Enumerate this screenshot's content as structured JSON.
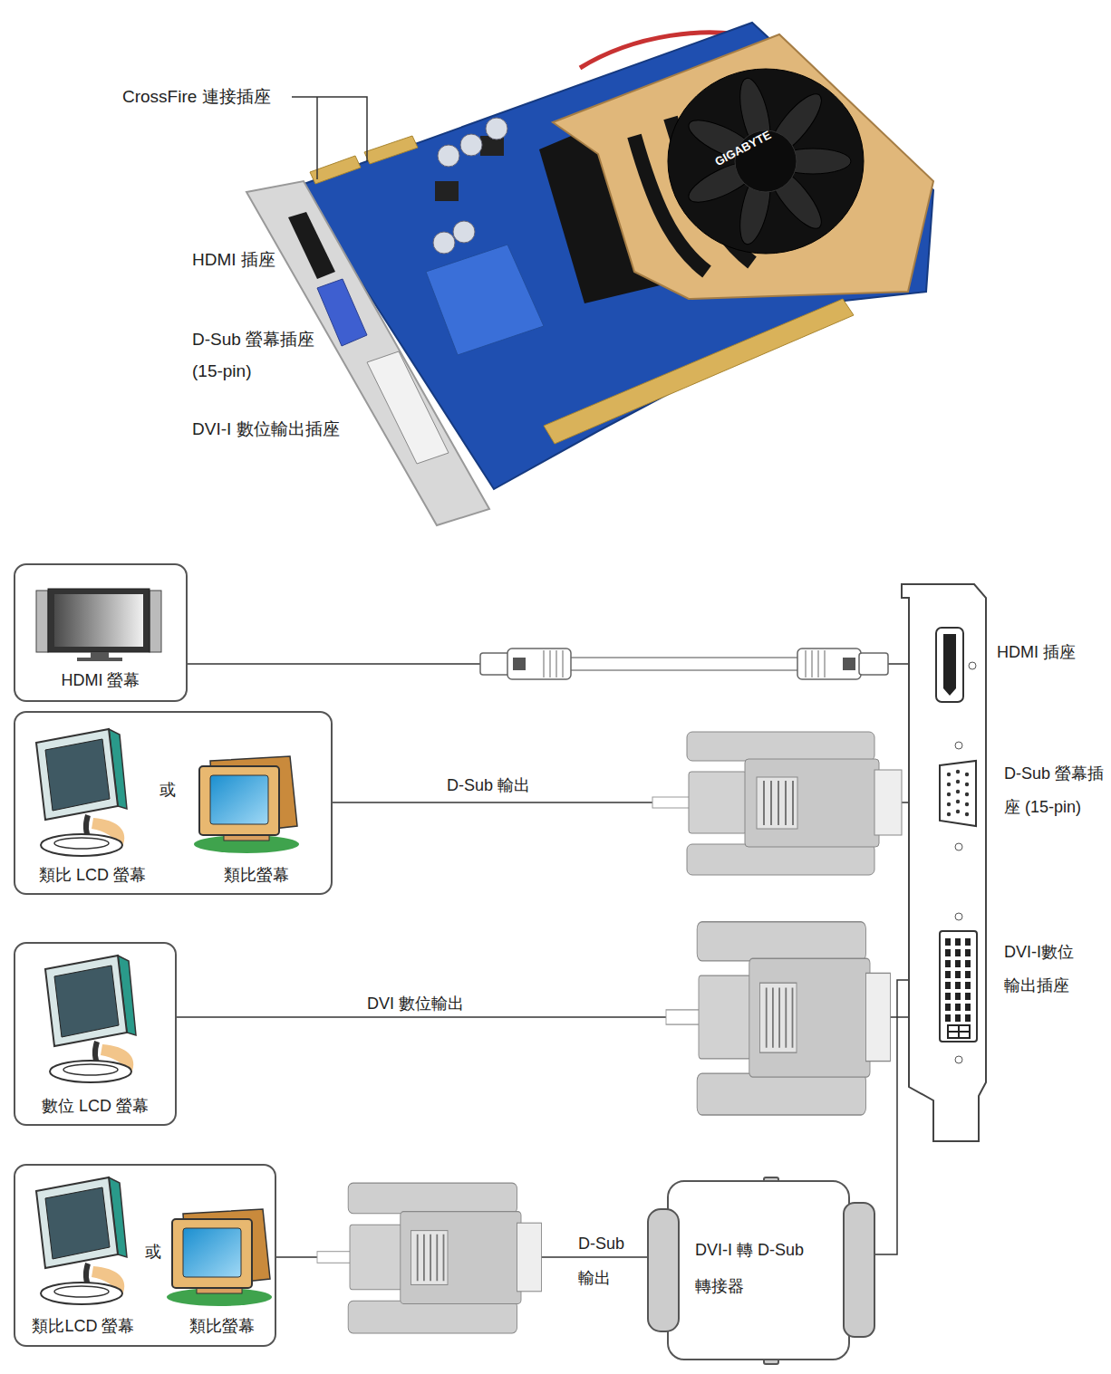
{
  "diagram": {
    "nodes": [
      {
        "text": [
          "HDMI 螢幕"
        ]
      },
      {
        "text": [
          "類比 LCD 螢幕",
          "或",
          "類比螢幕"
        ]
      },
      {
        "text": [
          "數位 LCD 螢幕"
        ]
      },
      {
        "text": [
          "類比LCD 螢幕",
          "或",
          "類比螢幕"
        ]
      },
      {
        "text": [
          "DVI-I 轉 D-Sub 轉接器"
        ]
      },
      {
        "text": [
          "HDMI 插座"
        ]
      },
      {
        "text": [
          "D-Sub 螢幕插座 (15-pin)"
        ]
      },
      {
        "text": [
          "DVI-I數位輸出插座"
        ]
      }
    ],
    "edges": [
      {
        "from": 0,
        "to": 5,
        "arrow": "none"
      },
      {
        "from": 1,
        "to": 6,
        "label": "D-Sub 輸出",
        "arrow": "none"
      },
      {
        "from": 2,
        "to": 7,
        "label": "DVI 數位輸出",
        "arrow": "none"
      },
      {
        "from": 3,
        "to": 4,
        "label": "D-Sub 輸出",
        "arrow": "none"
      },
      {
        "from": 4,
        "to": 7,
        "arrow": "none"
      }
    ],
    "labels": [
      "CrossFire 連接插座",
      "HDMI 插座",
      "D-Sub 螢幕插座 (15-pin)",
      "DVI-I 數位輸出插座",
      "GIGABYTE"
    ]
  }
}
